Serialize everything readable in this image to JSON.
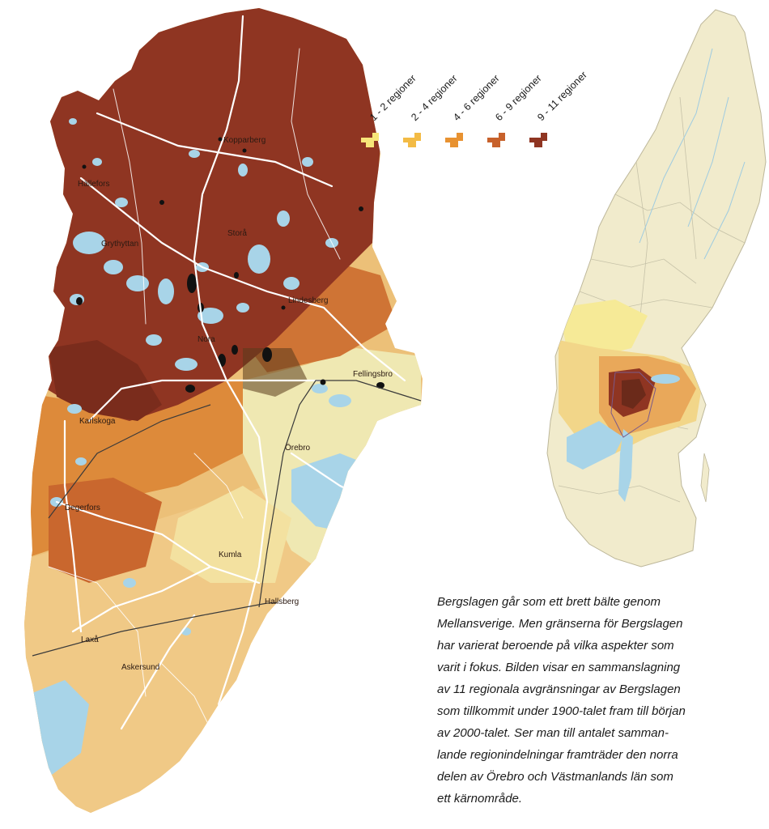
{
  "legend": {
    "items": [
      {
        "label": "1 - 2 regioner",
        "color": "#f7e679"
      },
      {
        "label": "2 - 4 regioner",
        "color": "#f3bb45"
      },
      {
        "label": "4 - 6 regioner",
        "color": "#e89231"
      },
      {
        "label": "6 - 9 regioner",
        "color": "#c7612b"
      },
      {
        "label": "9 - 11 regioner",
        "color": "#8f3522"
      }
    ]
  },
  "county_map": {
    "towns": [
      {
        "name": "Kopparberg"
      },
      {
        "name": "Hällefors"
      },
      {
        "name": "Grythyttan"
      },
      {
        "name": "Storå"
      },
      {
        "name": "Lindesberg"
      },
      {
        "name": "Nora"
      },
      {
        "name": "Fellingsbro"
      },
      {
        "name": "Karlskoga"
      },
      {
        "name": "Örebro"
      },
      {
        "name": "Degerfors"
      },
      {
        "name": "Kumla"
      },
      {
        "name": "Hallsberg"
      },
      {
        "name": "Laxå"
      },
      {
        "name": "Askersund"
      }
    ]
  },
  "caption": {
    "lines": [
      "Bergslagen går som ett brett bälte genom",
      "Mellansverige. Men gränserna för Bergslagen",
      "har varierat beroende på vilka aspekter som",
      "varit i fokus. Bilden visar en sammanslagning",
      "av 11 regionala avgränsningar av Bergslagen",
      "som tillkommit under 1900-talet fram till början",
      "av 2000-talet. Ser man till antalet samman-",
      "lande regionindelningar framträder den norra",
      "delen av Örebro och Västmanlands län som",
      "ett kärnområde."
    ]
  },
  "colors": {
    "dark": "#8f3522",
    "mid": "#c7612b",
    "orange": "#e89231",
    "light_orange": "#f3bb45",
    "yellow": "#f7e679",
    "pale": "#f1ebcc",
    "water": "#a8d4e8"
  }
}
